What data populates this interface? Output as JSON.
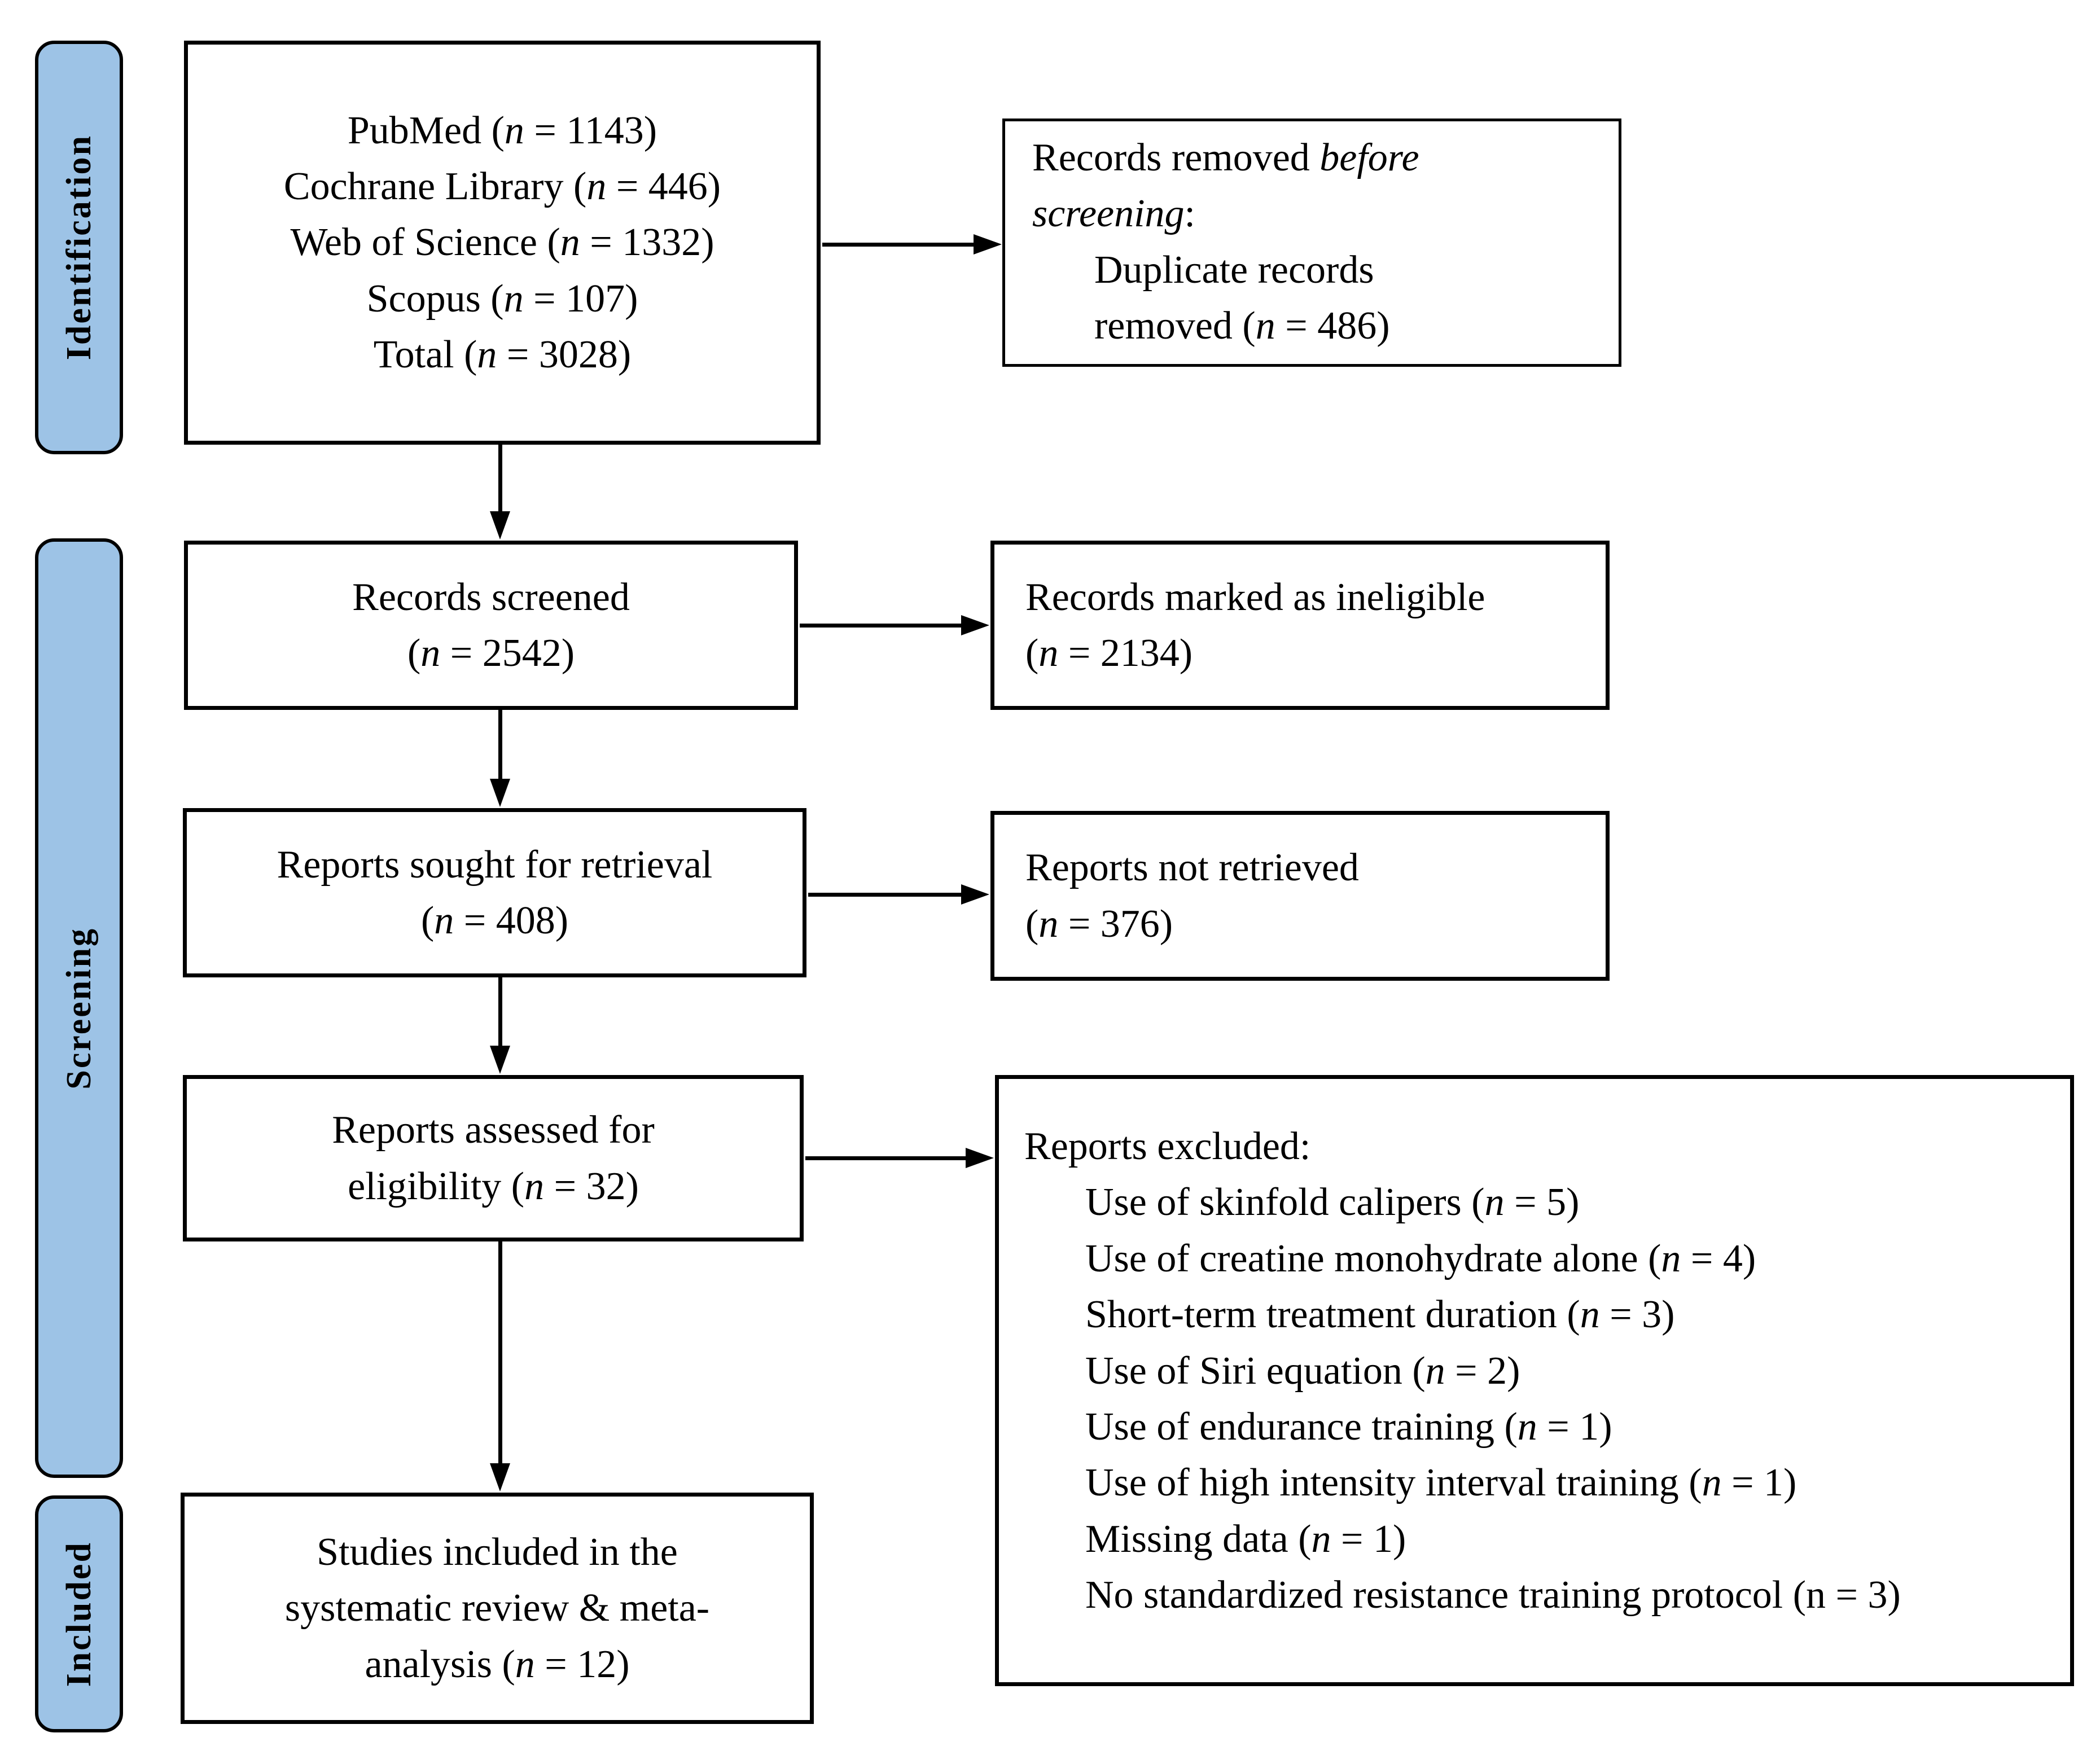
{
  "colors": {
    "stage_fill": "#9DC3E6",
    "line": "#000000",
    "box_bg": "#FFFFFF"
  },
  "stages": [
    {
      "label": "Identification"
    },
    {
      "label": "Screening"
    },
    {
      "label": "Included"
    }
  ],
  "sources_box": {
    "lines": [
      {
        "pre": "PubMed (",
        "it": "n",
        "post": " = 1143)"
      },
      {
        "pre": "Cochrane Library (",
        "it": "n",
        "post": " = 446)"
      },
      {
        "pre": "Web of Science (",
        "it": "n",
        "post": " = 1332)"
      },
      {
        "pre": "Scopus (",
        "it": "n",
        "post": " = 107)"
      },
      {
        "pre": "Total (",
        "it": "n",
        "post": " = 3028)"
      }
    ]
  },
  "removed_box": {
    "lines": [
      {
        "pre": "Records removed ",
        "it": "before",
        "post": ""
      },
      {
        "pre": "",
        "it": "screening",
        "post": ":"
      },
      {
        "pre": "Duplicate records",
        "it": "",
        "post": ""
      },
      {
        "pre": "removed (",
        "it": "n",
        "post": " = 486)"
      }
    ]
  },
  "screened_box": {
    "lines": [
      {
        "pre": "Records screened",
        "it": "",
        "post": ""
      },
      {
        "pre": "(",
        "it": "n",
        "post": " = 2542)"
      }
    ]
  },
  "ineligible_box": {
    "lines": [
      {
        "pre": "Records marked as ineligible",
        "it": "",
        "post": ""
      },
      {
        "pre": "(",
        "it": "n",
        "post": " = 2134)"
      }
    ]
  },
  "sought_box": {
    "lines": [
      {
        "pre": "Reports sought for retrieval",
        "it": "",
        "post": ""
      },
      {
        "pre": "(",
        "it": "n",
        "post": " = 408)"
      }
    ]
  },
  "not_retrieved_box": {
    "lines": [
      {
        "pre": "Reports not retrieved",
        "it": "",
        "post": ""
      },
      {
        "pre": "(",
        "it": "n",
        "post": " = 376)"
      }
    ]
  },
  "assessed_box": {
    "lines": [
      {
        "pre": "Reports assessed for",
        "it": "",
        "post": ""
      },
      {
        "pre": "eligibility (",
        "it": "n",
        "post": " = 32)"
      }
    ]
  },
  "excluded_box": {
    "title": {
      "pre": "Reports excluded:",
      "it": "",
      "post": ""
    },
    "reasons": [
      {
        "pre": "Use of skinfold calipers (",
        "it": "n",
        "post": " = 5)"
      },
      {
        "pre": "Use of creatine monohydrate alone (",
        "it": "n",
        "post": " = 4)"
      },
      {
        "pre": "Short-term treatment duration (",
        "it": "n",
        "post": " = 3)"
      },
      {
        "pre": "Use of Siri equation (",
        "it": "n",
        "post": " = 2)"
      },
      {
        "pre": "Use of endurance training (",
        "it": "n",
        "post": " = 1)"
      },
      {
        "pre": "Use of high intensity interval training (",
        "it": "n",
        "post": " = 1)"
      },
      {
        "pre": "Missing data (",
        "it": "n",
        "post": " = 1)"
      },
      {
        "pre": "No standardized resistance training protocol (n = 3)",
        "it": "",
        "post": ""
      }
    ]
  },
  "included_box": {
    "lines": [
      {
        "pre": "Studies included in the",
        "it": "",
        "post": ""
      },
      {
        "pre": "systematic review & meta-",
        "it": "",
        "post": ""
      },
      {
        "pre": "analysis (",
        "it": "n",
        "post": " = 12)"
      }
    ]
  }
}
